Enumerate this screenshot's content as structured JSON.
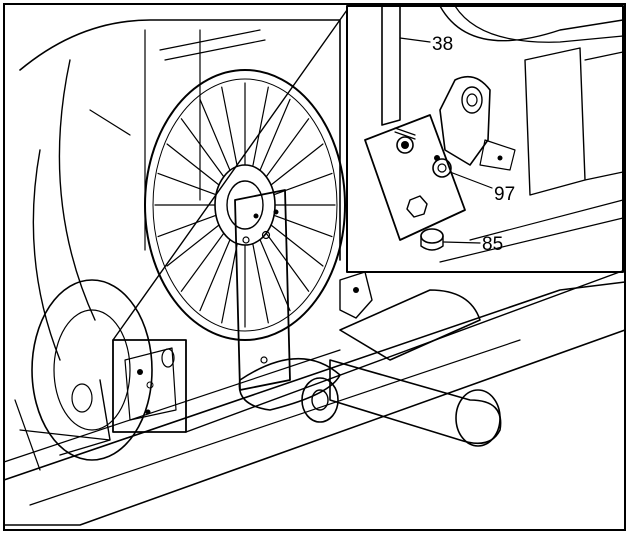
{
  "callouts": [
    {
      "label": "38"
    },
    {
      "label": "97"
    },
    {
      "label": "85"
    }
  ],
  "colors": {
    "line": "#000000",
    "background": "#ffffff",
    "shade": "#e6e6e6",
    "light_shade": "#f2f2f2"
  }
}
